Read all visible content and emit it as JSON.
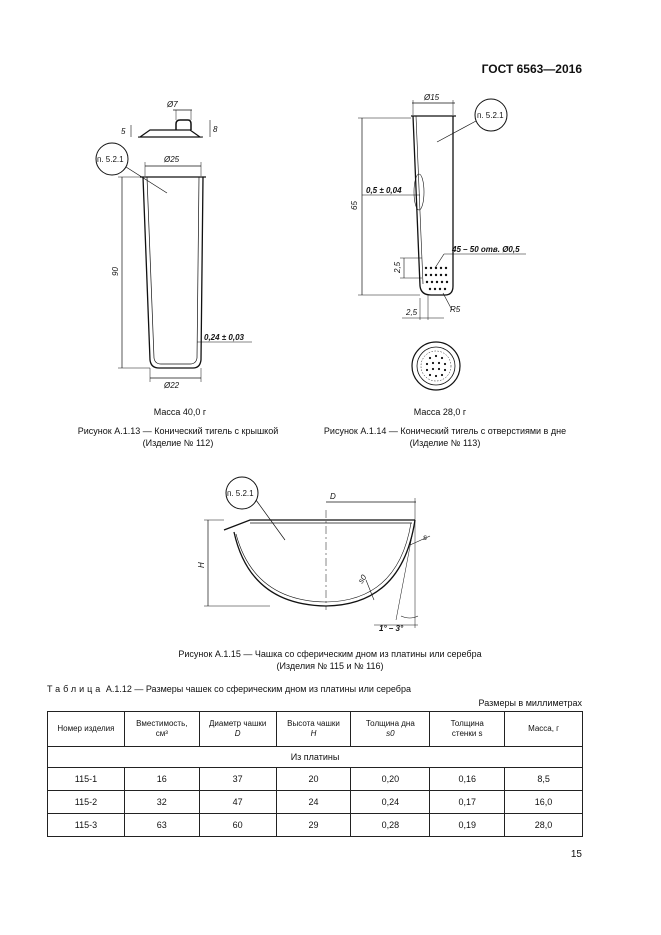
{
  "header": {
    "standard": "ГОСТ 6563—2016"
  },
  "figure_113": {
    "callout": "п. 5.2.1",
    "dim_top_dia": "Ø7",
    "dim_lid_h1": "5",
    "dim_lid_h2": "8",
    "dim_top": "Ø25",
    "dim_height": "90",
    "dim_wall": "0,24 ± 0,03",
    "dim_bottom": "Ø22",
    "mass": "Масса 40,0 г",
    "caption_line1": "Рисунок А.1.13 — Конический тигель с крышкой",
    "caption_line2": "(Изделие № 112)"
  },
  "figure_114": {
    "callout": "п. 5.2.1",
    "dim_top": "Ø15",
    "dim_height": "65",
    "dim_wall": "0,5 ± 0,04",
    "dim_holes": "45 – 50 отв. Ø0,5",
    "dim_zone": "2,5",
    "dim_bottom_w": "2,5",
    "dim_radius": "R5",
    "mass": "Масса 28,0 г",
    "caption_line1": "Рисунок А.1.14 — Конический тигель с отверстиями в дне",
    "caption_line2": "(Изделие № 113)"
  },
  "figure_115": {
    "callout": "п. 5.2.1",
    "dim_d": "D",
    "dim_h": "H",
    "dim_s": "s",
    "dim_s0": "s0",
    "dim_angle": "1° – 3°",
    "caption_line1": "Рисунок А.1.15 — Чашка со сферическим дном из платины или серебра",
    "caption_line2": "(Изделия № 115 и № 116)"
  },
  "table": {
    "title_prefix": "Таблица",
    "title": "А.1.12 — Размеры чашек со сферическим дном из платины или серебра",
    "units": "Размеры в миллиметрах",
    "headers": [
      {
        "line1": "Номер изделия",
        "line2": ""
      },
      {
        "line1": "Вместимость,",
        "line2": "см³"
      },
      {
        "line1": "Диаметр чашки",
        "line2": "D"
      },
      {
        "line1": "Высота чашки",
        "line2": "H"
      },
      {
        "line1": "Толщина дна",
        "line2": "s0"
      },
      {
        "line1": "Толщина",
        "line2": "стенки s"
      },
      {
        "line1": "Масса, г",
        "line2": ""
      }
    ],
    "group": "Из платины",
    "rows": [
      [
        "115-1",
        "16",
        "37",
        "20",
        "0,20",
        "0,16",
        "8,5"
      ],
      [
        "115-2",
        "32",
        "47",
        "24",
        "0,24",
        "0,17",
        "16,0"
      ],
      [
        "115-3",
        "63",
        "60",
        "29",
        "0,28",
        "0,19",
        "28,0"
      ]
    ]
  },
  "footer": {
    "page_number": "15"
  }
}
